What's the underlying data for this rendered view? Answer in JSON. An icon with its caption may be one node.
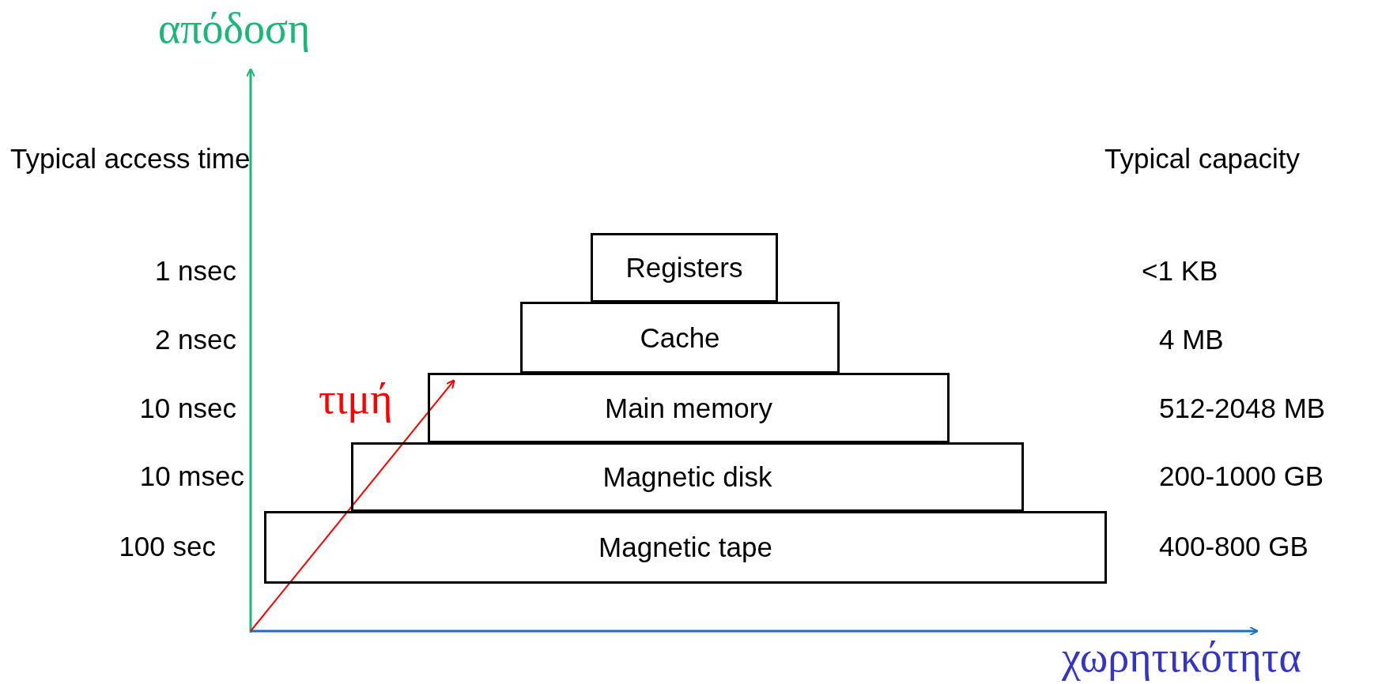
{
  "diagram": {
    "nodes": [
      {
        "text": [
          "Registers"
        ]
      },
      {
        "text": [
          "Cache"
        ]
      },
      {
        "text": [
          "Main memory"
        ]
      },
      {
        "text": [
          "Magnetic disk"
        ]
      },
      {
        "text": [
          "Magnetic tape"
        ]
      }
    ],
    "edges": [],
    "labels": [
      "απόδοση",
      "Typical access time",
      "Typical capacity",
      "1 nsec",
      "<1 KB",
      "2 nsec",
      "4 MB",
      "τιμή",
      "10 nsec",
      "512-2048 MB",
      "10 msec",
      "200-1000 GB",
      "100 sec",
      "400-800 GB",
      "χωρητικότητα"
    ]
  }
}
